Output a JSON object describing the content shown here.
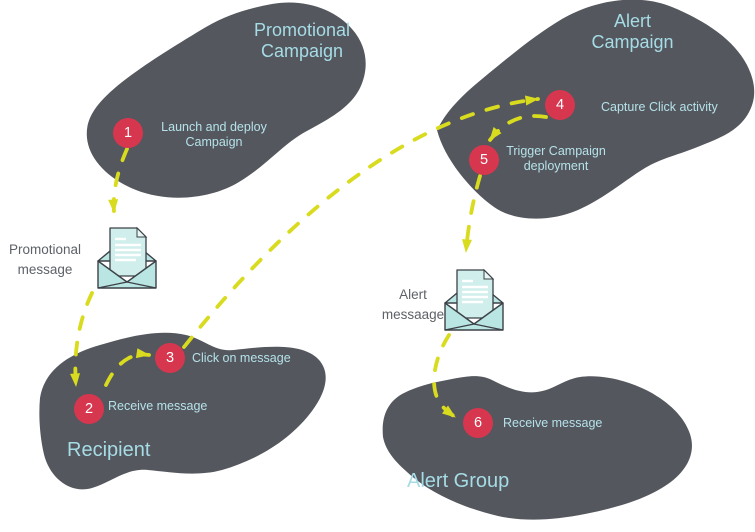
{
  "diagram": {
    "nodes": {
      "promotional_campaign": {
        "title": "Promotional\nCampaign"
      },
      "alert_campaign": {
        "title": "Alert\nCampaign"
      },
      "recipient": {
        "title": "Recipient"
      },
      "alert_group": {
        "title": "Alert Group"
      }
    },
    "steps": [
      {
        "num": "1",
        "label": "Launch and deploy\nCampaign"
      },
      {
        "num": "2",
        "label": "Receive message"
      },
      {
        "num": "3",
        "label": "Click on message"
      },
      {
        "num": "4",
        "label": "Capture Click activity"
      },
      {
        "num": "5",
        "label": "Trigger Campaign\ndeployment"
      },
      {
        "num": "6",
        "label": "Receive message"
      }
    ],
    "messages": [
      {
        "label": "Promotional\nmessage"
      },
      {
        "label": "Alert\nmessaage"
      }
    ],
    "colors": {
      "blob": "#54575d",
      "step_badge": "#d6374f",
      "arrow": "#d9db1e",
      "node_title": "#a6dce6",
      "step_text": "#b5e2ea",
      "message_label": "#5d6268",
      "envelope_fill": "#b9e5e2",
      "letter_fill": "#cfeeec",
      "envelope_outline": "#3c4147"
    }
  }
}
